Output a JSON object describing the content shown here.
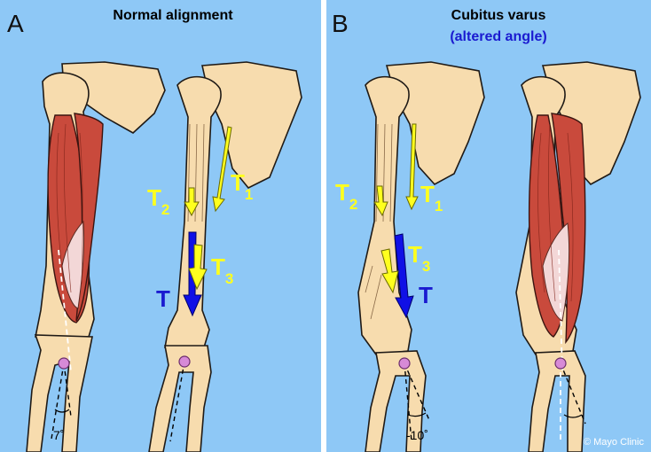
{
  "panel_a": {
    "letter": "A",
    "title": "Normal alignment",
    "forces": {
      "t1": {
        "main": "T",
        "sub": "1"
      },
      "t2": {
        "main": "T",
        "sub": "2"
      },
      "t3": {
        "main": "T",
        "sub": "3"
      },
      "t": {
        "main": "T"
      }
    },
    "angle_label": "7˚"
  },
  "panel_b": {
    "letter": "B",
    "title": "Cubitus varus",
    "subtitle": "(altered angle)",
    "forces": {
      "t1": {
        "main": "T",
        "sub": "1"
      },
      "t2": {
        "main": "T",
        "sub": "2"
      },
      "t3": {
        "main": "T",
        "sub": "3"
      },
      "t": {
        "main": "T"
      }
    },
    "angle_label": "-10˚"
  },
  "copyright": "© Mayo Clinic",
  "colors": {
    "background": "#8ec8f6",
    "bone": "#f7dcae",
    "muscle": "#c94a3c",
    "yellow_arrow": "#ffff1e",
    "blue_arrow": "#1010e6",
    "center_point": "#d78ad7"
  }
}
